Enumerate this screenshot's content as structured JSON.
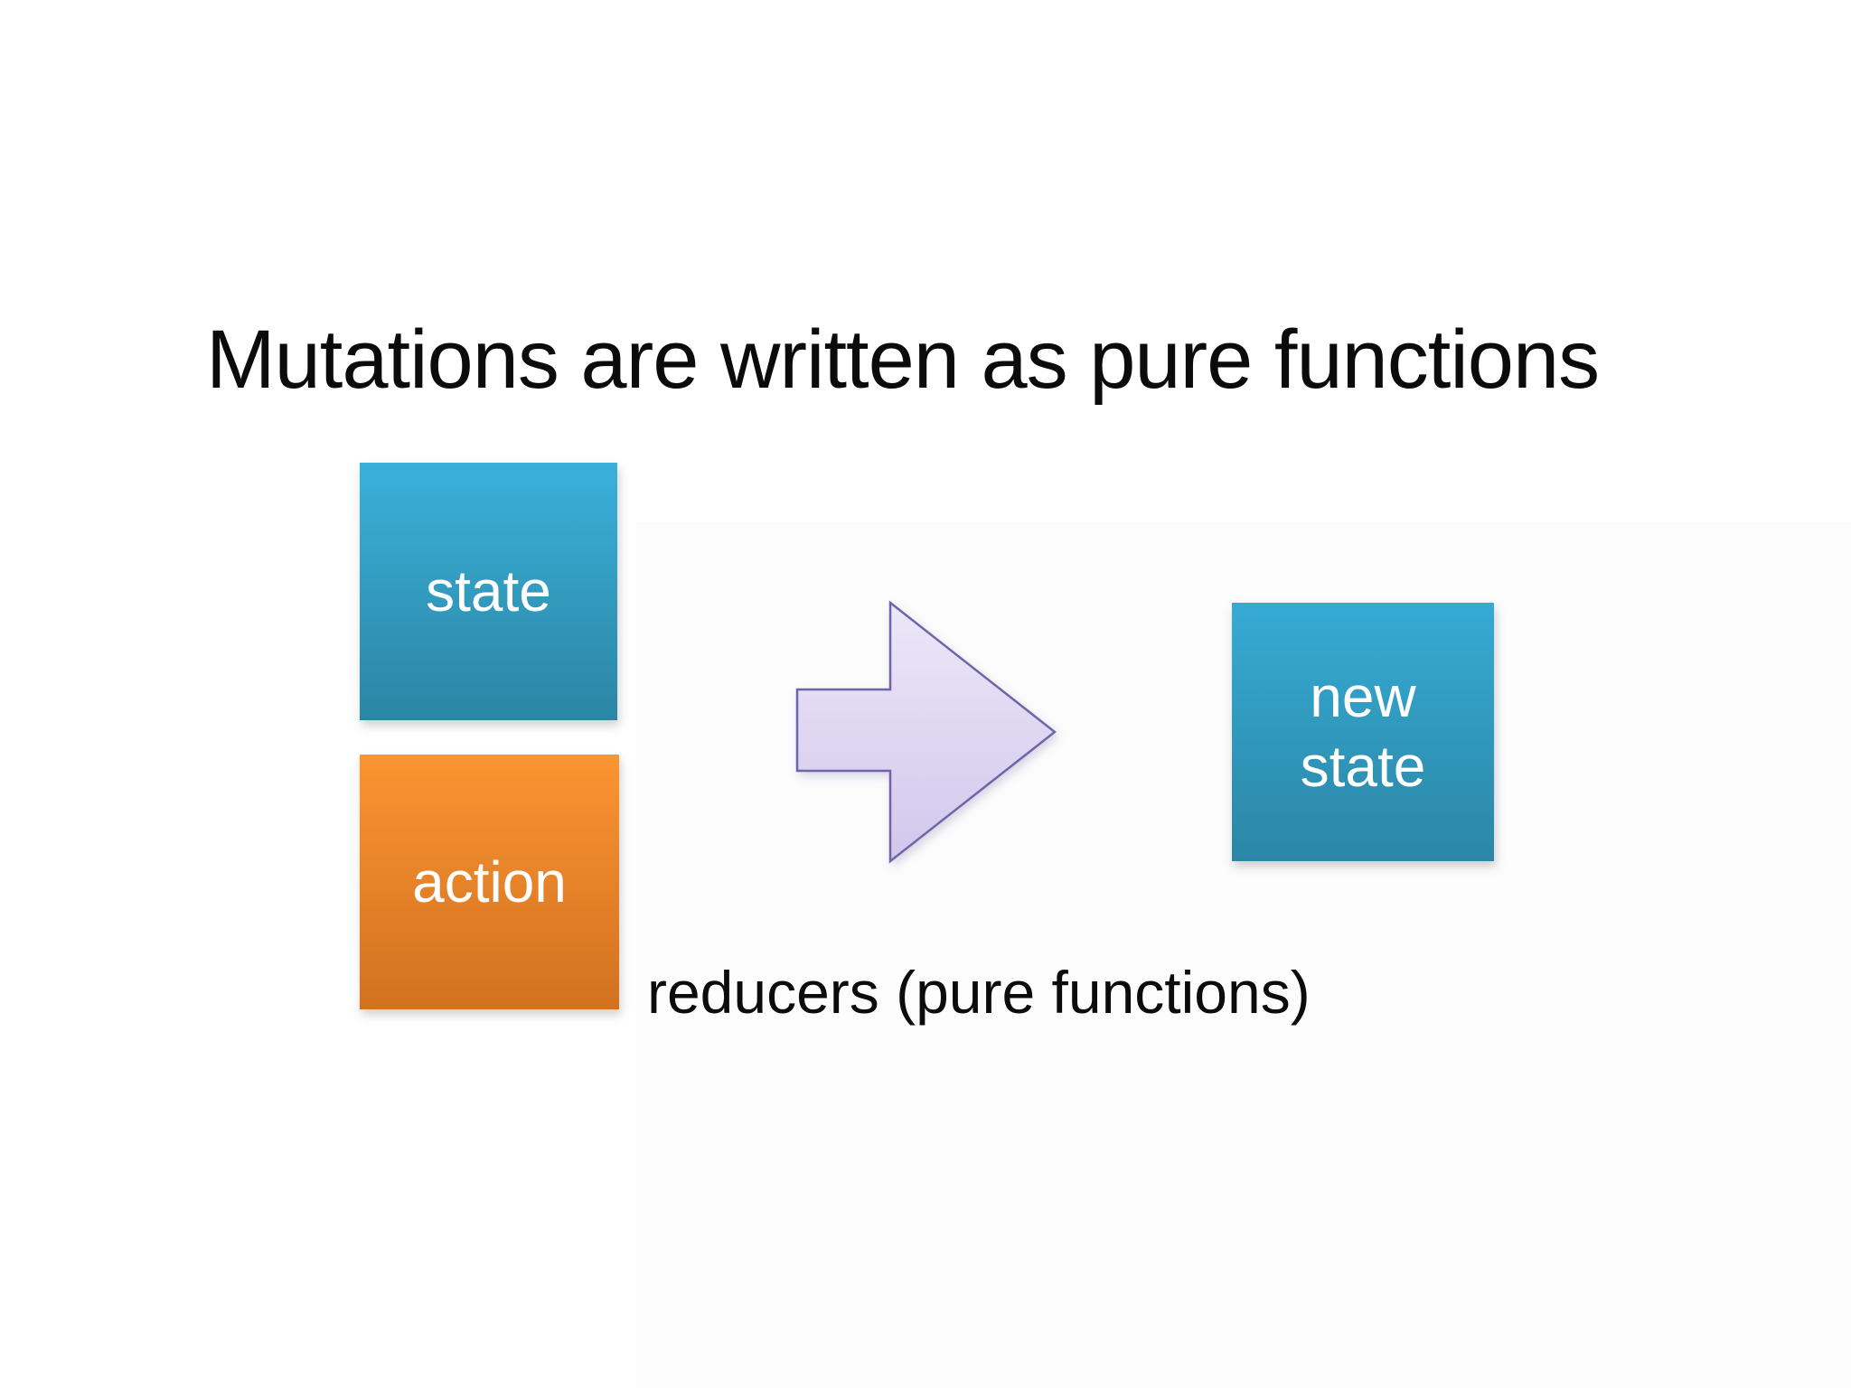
{
  "slide": {
    "title": "Mutations are written as pure functions",
    "caption": "reducers (pure functions)",
    "nodes": {
      "state": {
        "label": "state",
        "color_top": "#3ab1da",
        "color_bottom": "#2c85a4",
        "text_color": "#ffffff"
      },
      "action": {
        "label": "action",
        "color_top": "#fb9432",
        "color_bottom": "#d2711f",
        "text_color": "#ffffff"
      },
      "new_state": {
        "label_line1": "new",
        "label_line2": "state",
        "color_top": "#36abd4",
        "color_bottom": "#2b86a6",
        "text_color": "#ffffff"
      }
    },
    "arrow": {
      "direction": "right",
      "fill_top": "#ece7f8",
      "fill_bottom": "#d2c7ec",
      "stroke": "#6f66a9"
    },
    "background": {
      "base": "#ffffff",
      "panel": "#fcfcfd"
    }
  }
}
